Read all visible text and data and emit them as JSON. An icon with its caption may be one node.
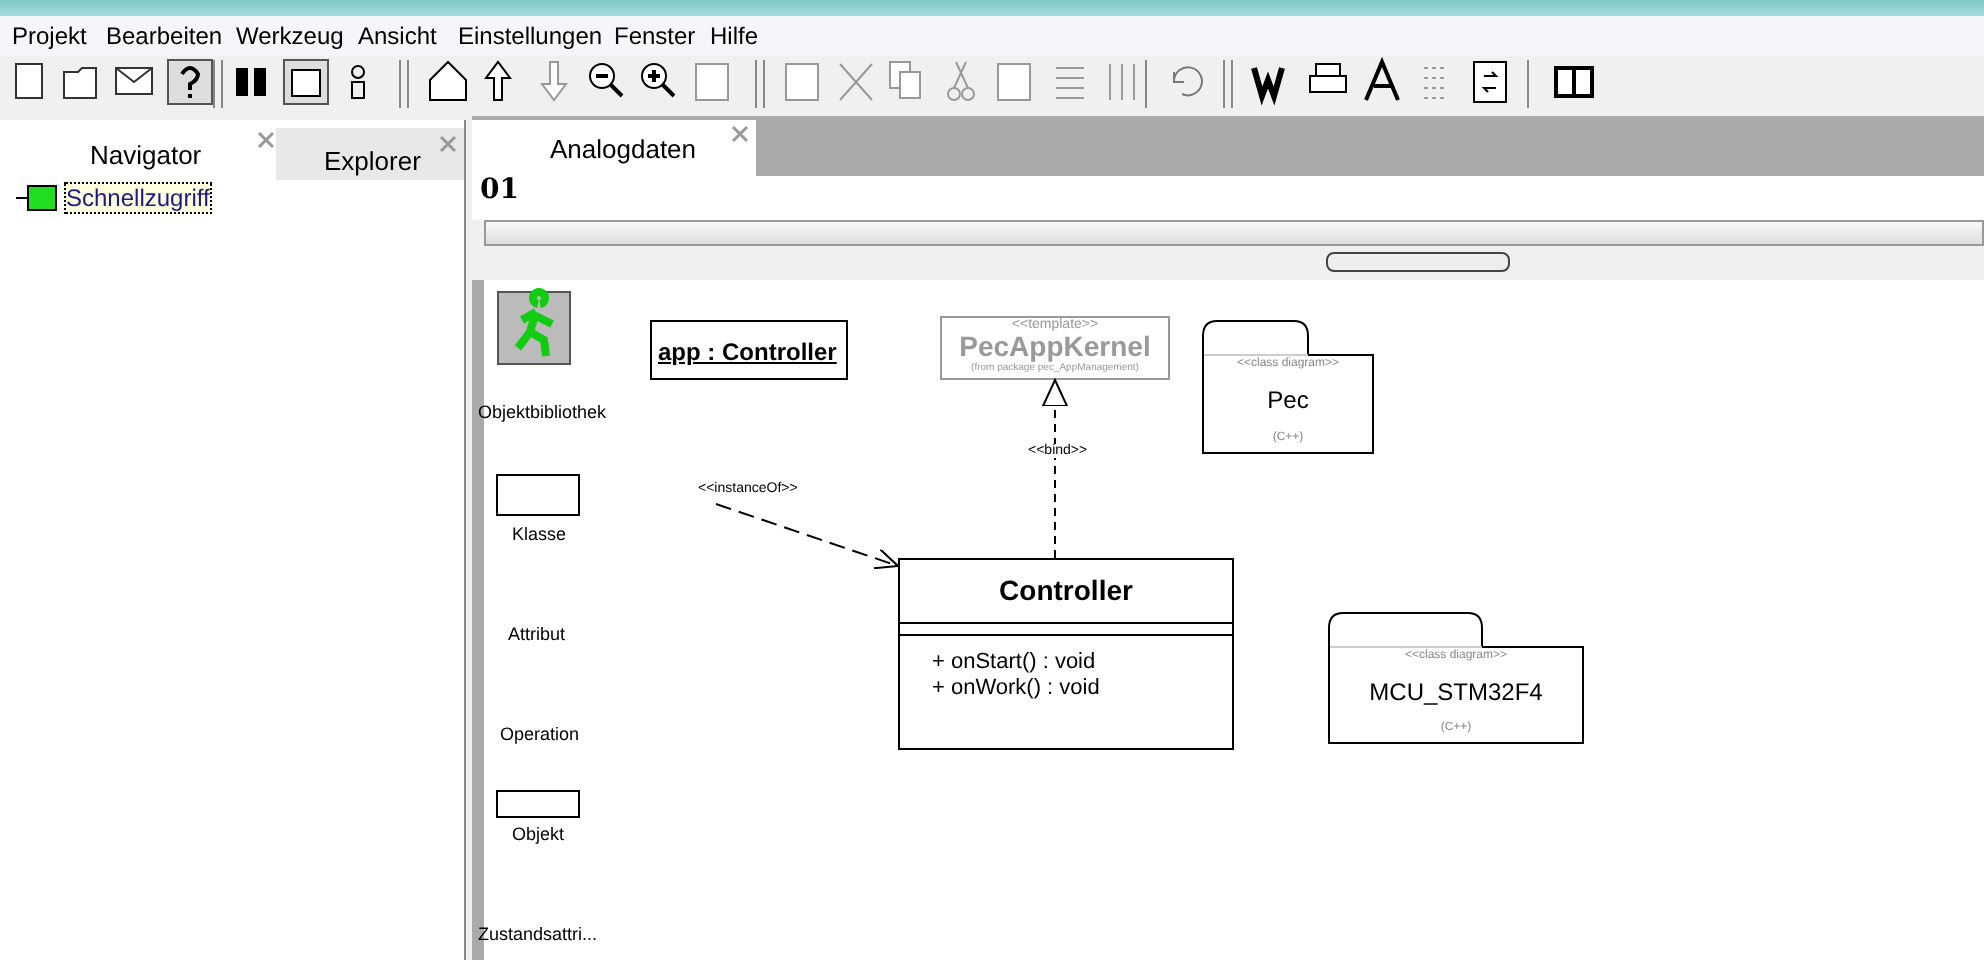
{
  "diagram": {
    "nodes": [
      {
        "text": [
          "app : Controller"
        ]
      },
      {
        "text": [
          "<<template>>",
          "PecAppKernel",
          "(from package pec_AppManagement)"
        ]
      },
      {
        "text": [
          "<<class diagram>>",
          "Pec",
          "(C++)"
        ]
      },
      {
        "text": [
          "Controller",
          "+ onStart() : void",
          "+ onWork() : void"
        ]
      },
      {
        "text": [
          "<<class diagram>>",
          "MCU_STM32F4",
          "(C++)"
        ]
      }
    ],
    "edges": [
      {
        "from": null,
        "to": 3,
        "arrow": "to",
        "style": "dashed",
        "label": "<<instanceOf>>"
      },
      {
        "from": 3,
        "to": 1,
        "arrow": "to",
        "style": "dashed",
        "label": "<<bind>>"
      }
    ],
    "labels": [
      "Projekt",
      "Bearbeiten",
      "Werkzeug",
      "Ansicht",
      "Einstellungen",
      "Fenster",
      "Hilfe",
      "Navigator",
      "Explorer",
      "Analogdaten",
      "Schnellzugriff",
      "01",
      "Objektbibliothek",
      "Klasse",
      "Attribut",
      "Operation",
      "Objekt",
      "Zustandsattri..."
    ]
  }
}
